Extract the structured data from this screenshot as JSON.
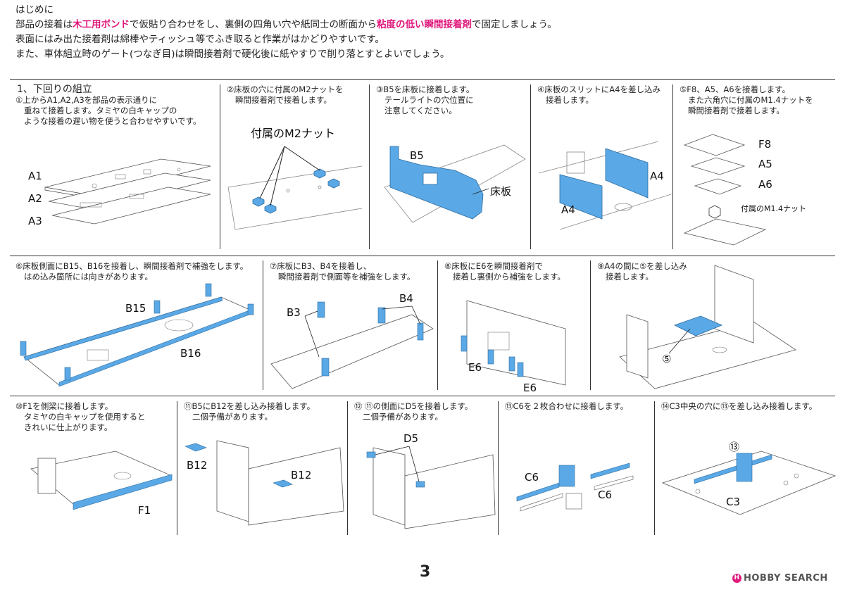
{
  "intro": {
    "heading": "はじめに",
    "line1_a": "部品の接着は",
    "line1_b": "木工用ボンド",
    "line1_c": "で仮貼り合わせをし、裏側の四角い穴や紙同士の断面から",
    "line1_d": "粘度の低い瞬間接着剤",
    "line1_e": "で固定しましょう。",
    "line2": "表面にはみ出た接着剤は綿棒やティッシュ等でふき取ると作業がはかどりやすいです。",
    "line3": "また、車体組立時のゲート(つなぎ目)は瞬間接着剤で硬化後に紙やすりで削り落とすとよいでしょう。"
  },
  "steps": [
    {
      "title": "1、下回りの組立",
      "l1": "①上からA1,A2,A3を部品の表示通りに",
      "l2": "重ねて接着します。タミヤの白キャップの",
      "l3": "ような接着の遅い物を使うと合わせやすいです。",
      "labels": [
        "A1",
        "A2",
        "A3"
      ]
    },
    {
      "l1": "②床板の穴に付属のM2ナットを",
      "l2": "瞬間接着剤で接着します。",
      "labels": [
        "付属のM2ナット"
      ]
    },
    {
      "l1": "③B5を床板に接着します。",
      "l2": "テールライトの穴位置に",
      "l3": "注意してください。",
      "labels": [
        "B5",
        "床板"
      ]
    },
    {
      "l1": "④床板のスリットにA4を差し込み",
      "l2": "接着します。",
      "labels": [
        "A4",
        "A4"
      ]
    },
    {
      "l1": "⑤F8、A5、A6を接着します。",
      "l2": "また六角穴に付属のM1.4ナットを",
      "l3": "瞬間接着剤で接着します。",
      "labels": [
        "F8",
        "A5",
        "A6",
        "付属のM1.4ナット"
      ]
    },
    {
      "l1": "⑥床板側面にB15、B16を接着し、瞬間接着剤で補強をします。",
      "l2": "はめ込み箇所には向きがあります。",
      "labels": [
        "B15",
        "B16"
      ]
    },
    {
      "l1": "⑦床板にB3、B4を接着し、",
      "l2": "瞬間接着剤で側面等を補強をします。",
      "labels": [
        "B3",
        "B4"
      ]
    },
    {
      "l1": "⑧床板にE6を瞬間接着剤で",
      "l2": "接着し裏側から補強をします。",
      "labels": [
        "E6",
        "E6"
      ]
    },
    {
      "l1": "⑨A4の間に⑤を差し込み",
      "l2": "接着します。",
      "labels": [
        "⑤"
      ]
    },
    {
      "l1": "⑩F1を側梁に接着します。",
      "l2": "タミヤの白キャップを使用すると",
      "l3": "きれいに仕上がります。",
      "labels": [
        "F1"
      ]
    },
    {
      "l1": "⑪B5にB12を差し込み接着します。",
      "l2": "二個予備があります。",
      "labels": [
        "B12",
        "B12"
      ]
    },
    {
      "l1": "⑫ ⑪の側面にD5を接着します。",
      "l2": "二個予備があります。",
      "labels": [
        "D5"
      ]
    },
    {
      "l1": "⑬C6を２枚合わせに接着します。",
      "labels": [
        "C6",
        "C6"
      ]
    },
    {
      "l1": "⑭C3中央の穴に⑬を差し込み接着します。",
      "labels": [
        "⑬",
        "C3"
      ]
    }
  ],
  "page_number": "3",
  "logo": {
    "mark": "H",
    "text": "HOBBY SEARCH"
  },
  "colors": {
    "accent_pink": "#e0187c",
    "part_blue": "#5aa9e6",
    "line": "#333333"
  }
}
